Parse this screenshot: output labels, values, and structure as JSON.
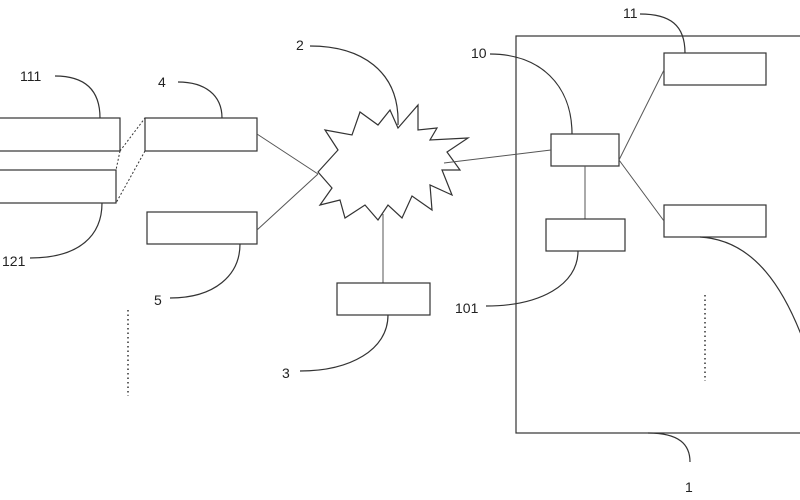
{
  "diagram": {
    "labels": {
      "l111": "111",
      "l121": "121",
      "l4": "4",
      "l5": "5",
      "l2": "2",
      "l3": "3",
      "l10": "10",
      "l11": "11",
      "l101": "101",
      "l1": "1"
    },
    "colors": {
      "line": "#333333",
      "background": "#ffffff"
    }
  }
}
